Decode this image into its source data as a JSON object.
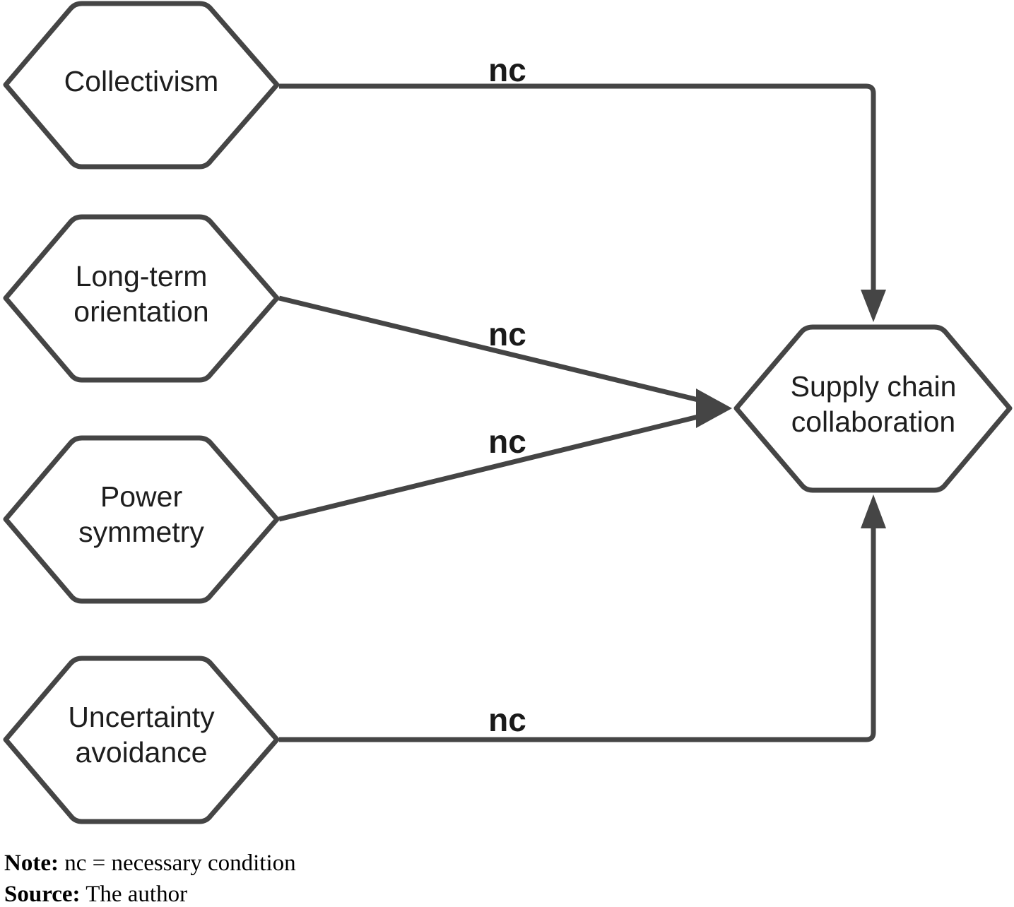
{
  "diagram": {
    "nodes": [
      {
        "id": "collectivism",
        "lines": [
          "Collectivism"
        ]
      },
      {
        "id": "long-term-orientation",
        "lines": [
          "Long-term",
          "orientation"
        ]
      },
      {
        "id": "power-symmetry",
        "lines": [
          "Power",
          "symmetry"
        ]
      },
      {
        "id": "uncertainty-avoidance",
        "lines": [
          "Uncertainty",
          "avoidance"
        ]
      },
      {
        "id": "supply-chain-collaboration",
        "lines": [
          "Supply chain",
          "collaboration"
        ]
      }
    ],
    "edges": [
      {
        "from": "collectivism",
        "to": "supply-chain-collaboration",
        "label": "nc"
      },
      {
        "from": "long-term-orientation",
        "to": "supply-chain-collaboration",
        "label": "nc"
      },
      {
        "from": "power-symmetry",
        "to": "supply-chain-collaboration",
        "label": "nc"
      },
      {
        "from": "uncertainty-avoidance",
        "to": "supply-chain-collaboration",
        "label": "nc"
      }
    ],
    "colors": {
      "stroke": "#454545",
      "text": "#1e1e1e"
    }
  },
  "footer": {
    "note_label": "Note:",
    "note_text": " nc = necessary condition",
    "source_label": "Source:",
    "source_text": " The author"
  }
}
